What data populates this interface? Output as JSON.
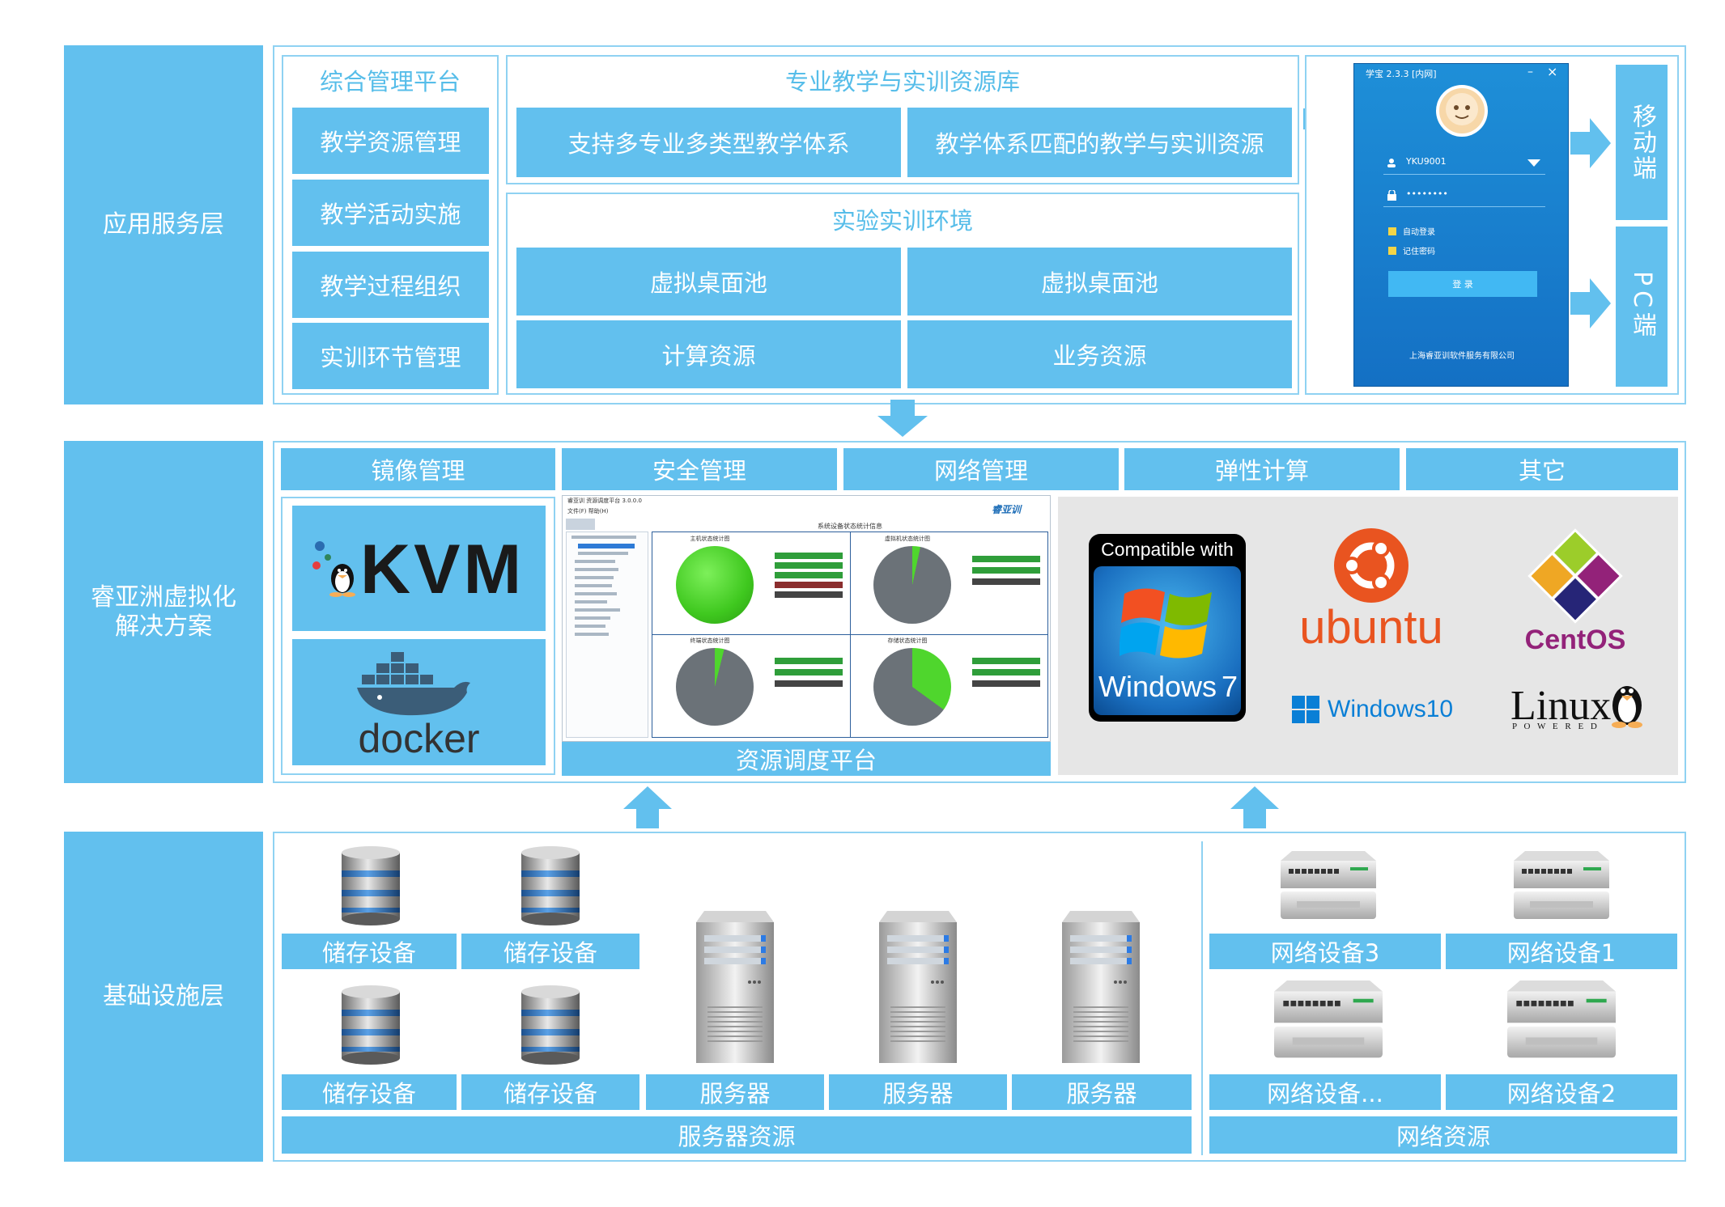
{
  "layers": {
    "app": "应用服务层",
    "virt": "睿亚洲虚拟化\n解决方案",
    "infra": "基础设施层"
  },
  "app_layer": {
    "mgmt_title": "综合管理平台",
    "mgmt_items": [
      "教学资源管理",
      "教学活动实施",
      "教学过程组织",
      "实训环节管理"
    ],
    "resource_title": "专业教学与实训资源库",
    "resource_items": [
      "支持多专业多类型教学体系",
      "教学体系匹配的教学与实训资源"
    ],
    "env_title": "实验实训环境",
    "env_items": [
      "虚拟桌面池",
      "虚拟桌面池",
      "计算资源",
      "业务资源"
    ],
    "client": {
      "title": "学宝 2.3.3 [内网]",
      "username": "YKU9001",
      "password": "••••••••",
      "auto_login": "自动登录",
      "remember": "记住密码",
      "login_button": "登 录",
      "company": "上海睿亚训软件服务有限公司",
      "minimize": "–",
      "close": "×"
    },
    "mobile": "移动端",
    "pc": "PC端"
  },
  "virt_layer": {
    "tabs": [
      "镜像管理",
      "安全管理",
      "网络管理",
      "弹性计算",
      "其它"
    ],
    "kvm": "KVM",
    "docker": "docker",
    "platform_caption": "资源调度平台",
    "screen": {
      "window_title": "睿亚训 资源调度平台 3.0.0.0",
      "menu": "文件(F)  帮助(H)",
      "heading": "系统设备状态统计信息",
      "brand": "睿亚训",
      "charts": [
        "主机状态统计图",
        "虚拟机状态统计图",
        "终端状态统计图",
        "存储状态统计图"
      ]
    },
    "os": {
      "win7_compat": "Compatible with",
      "win7": "Windows",
      "win7_ver": "7",
      "ubuntu": "ubuntu",
      "centos": "CentOS",
      "win10": "Windows10",
      "linux": "Linux",
      "linux_powered": "P O W E R E D"
    }
  },
  "infra_layer": {
    "storage": [
      "储存设备",
      "储存设备",
      "储存设备",
      "储存设备"
    ],
    "servers": [
      "服务器",
      "服务器",
      "服务器"
    ],
    "server_group": "服务器资源",
    "network": [
      "网络设备3",
      "网络设备1",
      "网络设备...",
      "网络设备2"
    ],
    "network_group": "网络资源"
  },
  "colors": {
    "primary": "#62c0ee",
    "border": "#8fd2f2",
    "title_text": "#56bde9",
    "gray_panel": "#e6e6e6"
  }
}
